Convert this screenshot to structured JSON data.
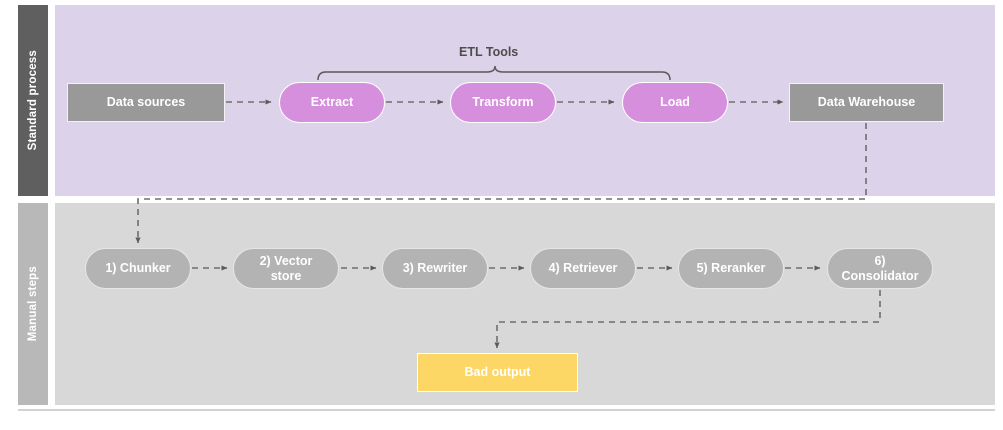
{
  "diagram": {
    "bands": [
      {
        "id": "standard-process",
        "label": "Standard process",
        "bg": "#DCD2EA",
        "label_bg": "#5F5F5F"
      },
      {
        "id": "manual-steps",
        "label": "Manual steps",
        "bg": "#D8D8D8",
        "label_bg": "#B8B8B8"
      }
    ],
    "annotations": [
      {
        "id": "etl-tools",
        "label": "ETL Tools",
        "kind": "brace",
        "spans": [
          "extract",
          "transform",
          "load"
        ]
      }
    ],
    "standard_process": {
      "nodes": [
        {
          "id": "data-sources",
          "label": "Data sources",
          "shape": "rect",
          "color": "#999999"
        },
        {
          "id": "extract",
          "label": "Extract",
          "shape": "pill",
          "color": "#D68FDC"
        },
        {
          "id": "transform",
          "label": "Transform",
          "shape": "pill",
          "color": "#D68FDC"
        },
        {
          "id": "load",
          "label": "Load",
          "shape": "pill",
          "color": "#D68FDC"
        },
        {
          "id": "data-warehouse",
          "label": "Data Warehouse",
          "shape": "rect",
          "color": "#999999"
        }
      ]
    },
    "manual_steps": {
      "nodes": [
        {
          "id": "chunker",
          "label": "1) Chunker",
          "shape": "pill",
          "color": "#B3B3B3"
        },
        {
          "id": "vector-store",
          "label": "2) Vector\nstore",
          "shape": "pill",
          "color": "#B3B3B3"
        },
        {
          "id": "rewriter",
          "label": "3) Rewriter",
          "shape": "pill",
          "color": "#B3B3B3"
        },
        {
          "id": "retriever",
          "label": "4) Retriever",
          "shape": "pill",
          "color": "#B3B3B3"
        },
        {
          "id": "reranker",
          "label": "5) Reranker",
          "shape": "pill",
          "color": "#B3B3B3"
        },
        {
          "id": "consolidator",
          "label": "6)\nConsolidator",
          "shape": "pill",
          "color": "#B3B3B3"
        }
      ],
      "output": {
        "id": "bad-output",
        "label": "Bad output",
        "shape": "rect",
        "color": "#FCD766"
      }
    },
    "edges": [
      {
        "from": "data-sources",
        "to": "extract",
        "style": "dashed"
      },
      {
        "from": "extract",
        "to": "transform",
        "style": "dashed"
      },
      {
        "from": "transform",
        "to": "load",
        "style": "dashed"
      },
      {
        "from": "load",
        "to": "data-warehouse",
        "style": "dashed"
      },
      {
        "from": "data-warehouse",
        "to": "chunker",
        "style": "dashed"
      },
      {
        "from": "chunker",
        "to": "vector-store",
        "style": "dashed"
      },
      {
        "from": "vector-store",
        "to": "rewriter",
        "style": "dashed"
      },
      {
        "from": "rewriter",
        "to": "retriever",
        "style": "dashed"
      },
      {
        "from": "retriever",
        "to": "reranker",
        "style": "dashed"
      },
      {
        "from": "reranker",
        "to": "consolidator",
        "style": "dashed"
      },
      {
        "from": "consolidator",
        "to": "bad-output",
        "style": "dashed"
      }
    ]
  }
}
